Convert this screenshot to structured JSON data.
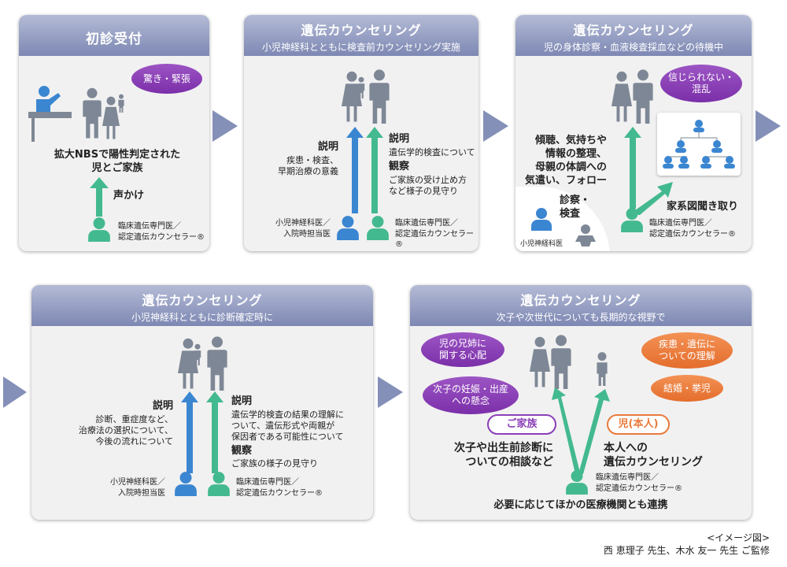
{
  "colors": {
    "blue": "#3b86d1",
    "green": "#43b98f",
    "purple": "#8b3fb8",
    "orange": "#ea7a3b",
    "head": "#8690b8",
    "chevron": "#8490b8",
    "figure": "#7e8795"
  },
  "p1": {
    "title": "初診受付",
    "bubble": "驚き・緊張",
    "main1": "拡大NBSで陽性判定された",
    "main2": "児とご家族",
    "arrow_label": "声かけ",
    "staff1": "臨床遺伝専門医／",
    "staff2": "認定遺伝カウンセラー®"
  },
  "p2": {
    "title": "遺伝カウンセリング",
    "subtitle": "小児神経科とともに検査前カウンセリング実施",
    "left_head": "説明",
    "left1": "疾患・検査、",
    "left2": "早期治療の意義",
    "right_head": "説明",
    "right1": "遺伝学的検査について",
    "obs_head": "観察",
    "obs1": "ご家族の受け止め方",
    "obs2": "など様子の見守り",
    "doc1": "小児神経科医／",
    "doc2": "入院時担当医",
    "staff1": "臨床遺伝専門医／",
    "staff2": "認定遺伝カウンセラー®"
  },
  "p3": {
    "title": "遺伝カウンセリング",
    "subtitle": "児の身体診察・血液検査採血などの待機中",
    "bubble1": "信じられない・",
    "bubble2": "混乱",
    "text1": "傾聴、気持ちや",
    "text2": "情報の整理、",
    "text3": "母親の体調への",
    "text4": "気遣い、フォロー",
    "exam1": "診察・",
    "exam2": "検査",
    "doc": "小児神経科医",
    "pedigree": "家系図聞き取り",
    "staff1": "臨床遺伝専門医／",
    "staff2": "認定遺伝カウンセラー®"
  },
  "p4": {
    "title": "遺伝カウンセリング",
    "subtitle": "小児神経科とともに診断確定時に",
    "left_head": "説明",
    "left1": "診断、重症度など、",
    "left2": "治療法の選択について、",
    "left3": "今後の流れについて",
    "right_head": "説明",
    "right1": "遺伝学的検査の結果の理解に",
    "right2": "ついて、遺伝形式や両親が",
    "right3": "保因者である可能性について",
    "obs_head": "観察",
    "obs1": "ご家族の様子の見守り",
    "doc1": "小児神経科医／",
    "doc2": "入院時担当医",
    "staff1": "臨床遺伝専門医／",
    "staff2": "認定遺伝カウンセラー®"
  },
  "p5": {
    "title": "遺伝カウンセリング",
    "subtitle": "次子や次世代についても長期的な視野で",
    "b1a": "児の兄姉に",
    "b1b": "関する心配",
    "b2a": "次子の妊娠・出産",
    "b2b": "への懸念",
    "b3a": "疾患・遺伝に",
    "b3b": "ついての理解",
    "b4": "結婚・挙児",
    "family": "ご家族",
    "child": "児(本人)",
    "left1": "次子や出生前診断に",
    "left2": "ついての相談など",
    "right1": "本人への",
    "right2": "遺伝カウンセリング",
    "staff1": "臨床遺伝専門医／",
    "staff2": "認定遺伝カウンセラー®",
    "footer": "必要に応じてほかの医療機関とも連携"
  },
  "credit": {
    "line1": "<イメージ図>",
    "line2": "西 恵理子 先生、木水 友一 先生 ご監修"
  }
}
